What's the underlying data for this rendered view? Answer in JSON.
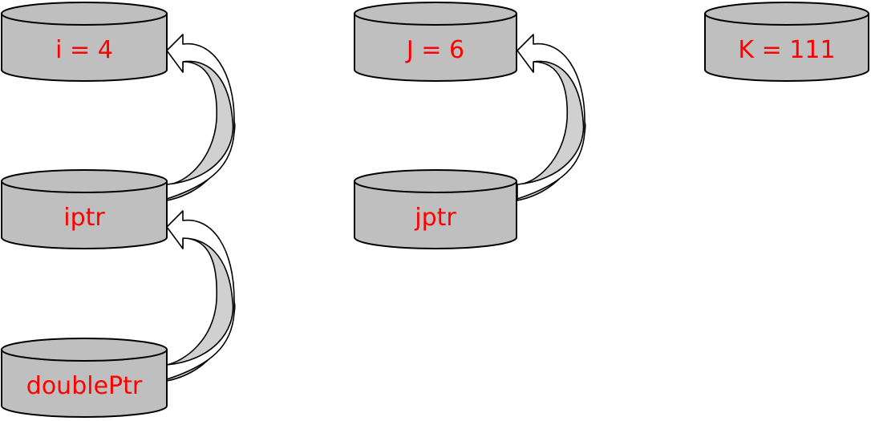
{
  "diagram": {
    "nodes": {
      "i": {
        "label": "i = 4"
      },
      "j": {
        "label": "J = 6"
      },
      "k": {
        "label": "K = 111"
      },
      "iptr": {
        "label": "iptr"
      },
      "jptr": {
        "label": "jptr"
      },
      "doubleptr": {
        "label": "doublePtr"
      }
    },
    "edges": [
      {
        "from": "iptr",
        "to": "i"
      },
      {
        "from": "doubleptr",
        "to": "iptr"
      },
      {
        "from": "jptr",
        "to": "j"
      }
    ],
    "colors": {
      "cylinder_fill": "#bfbfbf",
      "cylinder_stroke": "#000000",
      "label_text": "#ff0000",
      "arrow_face": "#ffffff",
      "arrow_side": "#d0d0d0"
    }
  }
}
